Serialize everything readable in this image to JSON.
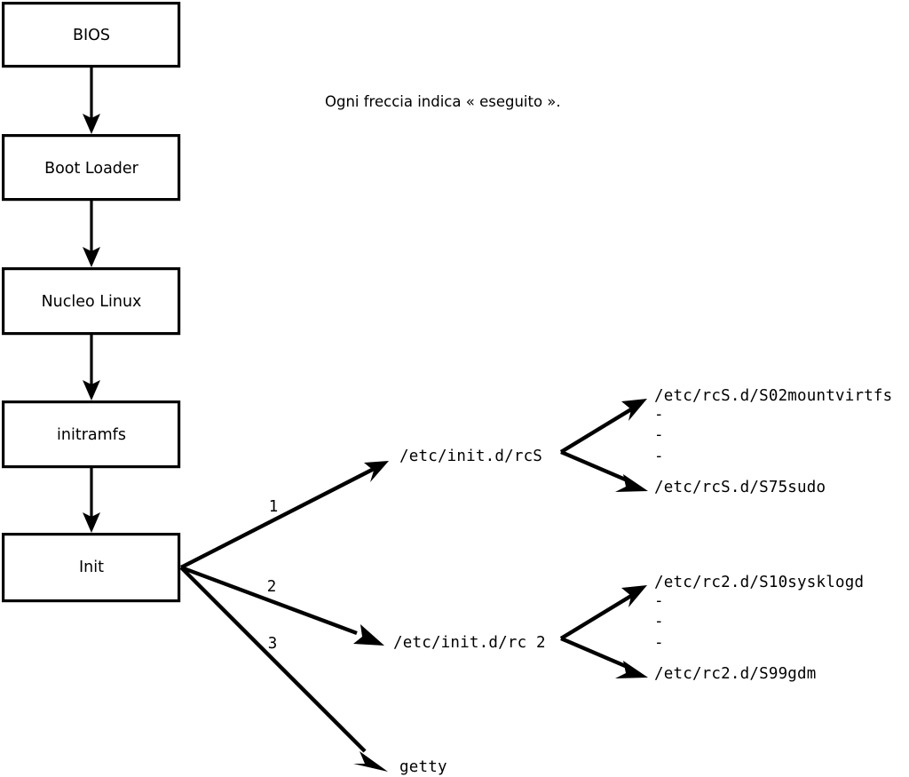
{
  "diagram": {
    "caption": "Ogni freccia indica « eseguito ».",
    "background_color": "#ffffff",
    "stroke_color": "#000000",
    "boot_chain": [
      {
        "id": "bios",
        "label": "BIOS"
      },
      {
        "id": "bootldr",
        "label": "Boot Loader"
      },
      {
        "id": "kernel",
        "label": "Nucleo Linux"
      },
      {
        "id": "initrd",
        "label": "initramfs"
      },
      {
        "id": "init",
        "label": "Init"
      }
    ],
    "init_branches": [
      {
        "number": "1",
        "label": "/etc/init.d/rcS"
      },
      {
        "number": "2",
        "label": "/etc/init.d/rc 2"
      },
      {
        "number": "3",
        "label": "getty"
      }
    ],
    "rcs_scripts": {
      "first": "/etc/rcS.d/S02mountvirtfs",
      "last": "/etc/rcS.d/S75sudo",
      "ellipsis": [
        "-",
        "-",
        "-"
      ]
    },
    "rc2_scripts": {
      "first": "/etc/rc2.d/S10sysklogd",
      "last": "/etc/rc2.d/S99gdm",
      "ellipsis": [
        "-",
        "-",
        "-"
      ]
    }
  }
}
